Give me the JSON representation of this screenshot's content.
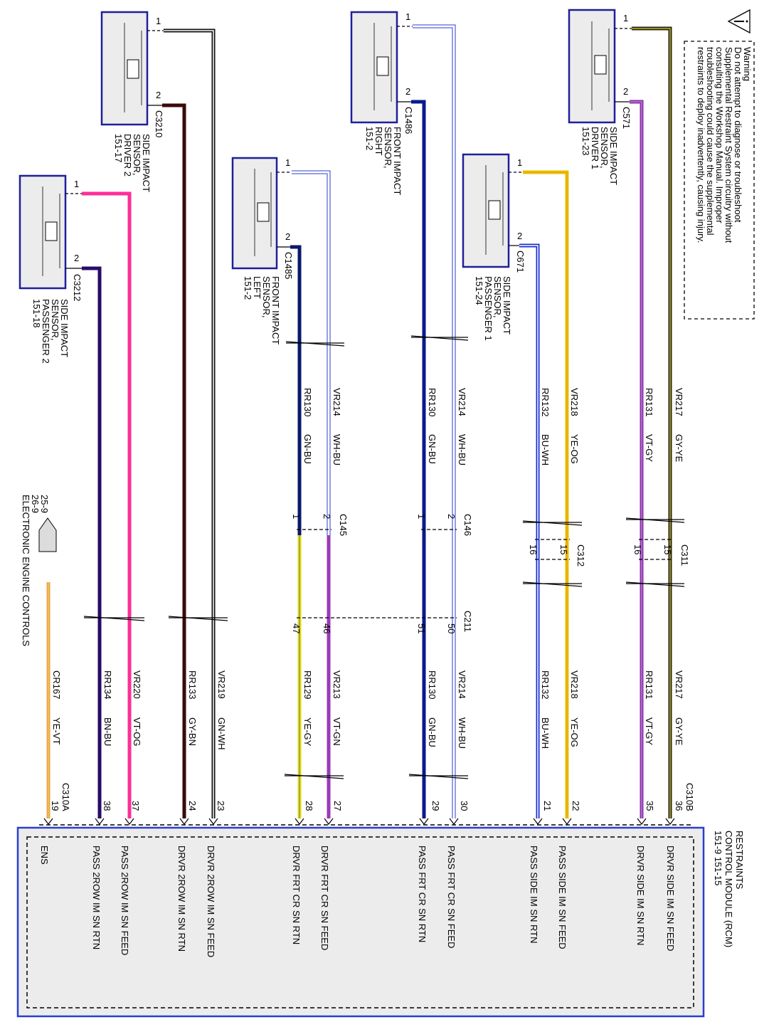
{
  "warning": {
    "title": "Warning",
    "lines": [
      "Do not attempt to diagnose or troubleshoot",
      "Supplemental Restraint System circuitry without",
      "consulting the Workshop Manual. Improper",
      "troubleshooting could cause the supplemental",
      "restraints to deploy inadvertently, causing injury."
    ]
  },
  "rcm": {
    "lines": [
      "RESTRAINTS",
      "CONTROL MODULE (RCM)",
      "151-9     151-15"
    ]
  },
  "sensors": [
    {
      "id": "sd2",
      "lines": [
        "SIDE IMPACT",
        "SENSOR,",
        "DRIVER 2",
        "151-17"
      ],
      "connector": "C3210",
      "pin1": "1",
      "pin2": "2"
    },
    {
      "id": "sp2",
      "lines": [
        "SIDE IMPACT",
        "SENSOR,",
        "PASSENGER 2",
        "151-18"
      ],
      "connector": "C3212",
      "pin1": "1",
      "pin2": "2"
    },
    {
      "id": "fl",
      "lines": [
        "FRONT IMPACT",
        "SENSOR,",
        "LEFT",
        "151-2"
      ],
      "connector": "C1485",
      "pin1": "1",
      "pin2": "2"
    },
    {
      "id": "fr",
      "lines": [
        "FRONT IMPACT",
        "SENSOR,",
        "RIGHT",
        "151-2"
      ],
      "connector": "C1486",
      "pin1": "1",
      "pin2": "2"
    },
    {
      "id": "sp1",
      "lines": [
        "SIDE IMPACT",
        "SENSOR,",
        "PASSENGER 1",
        "151-24"
      ],
      "connector": "C671",
      "pin1": "1",
      "pin2": "2"
    },
    {
      "id": "sd1",
      "lines": [
        "SIDE IMPACT",
        "SENSOR,",
        "DRIVER 1",
        "151-23"
      ],
      "connector": "C571",
      "pin1": "1",
      "pin2": "2"
    }
  ],
  "wires_upper": [
    {
      "circuit": "VR217",
      "color": "GY-YE"
    },
    {
      "circuit": "RR131",
      "color": "VT-GY"
    },
    {
      "circuit": "VR218",
      "color": "YE-OG"
    },
    {
      "circuit": "RR132",
      "color": "BU-WH"
    },
    {
      "circuit": "VR214",
      "color": "WH-BU"
    },
    {
      "circuit": "RR130",
      "color": "GN-BU"
    },
    {
      "circuit": "VR214",
      "color": "WH-BU"
    },
    {
      "circuit": "RR130",
      "color": "GN-BU"
    }
  ],
  "wires_lower": [
    {
      "circuit": "VR217",
      "color": "GY-YE"
    },
    {
      "circuit": "RR131",
      "color": "VT-GY"
    },
    {
      "circuit": "VR218",
      "color": "YE-OG"
    },
    {
      "circuit": "RR132",
      "color": "BU-WH"
    },
    {
      "circuit": "VR214",
      "color": "WH-BU"
    },
    {
      "circuit": "RR130",
      "color": "GN-BU"
    },
    {
      "circuit": "VR213",
      "color": "VT-GN"
    },
    {
      "circuit": "RR129",
      "color": "YE-GY"
    },
    {
      "circuit": "VR219",
      "color": "GN-WH"
    },
    {
      "circuit": "RR133",
      "color": "GY-BN"
    },
    {
      "circuit": "VR220",
      "color": "VT-OG"
    },
    {
      "circuit": "RR134",
      "color": "BN-BU"
    },
    {
      "circuit": "CR167",
      "color": "YE-VT"
    }
  ],
  "inline_connectors": {
    "c311": {
      "name": "C311",
      "pins": [
        "15",
        "16"
      ]
    },
    "c312": {
      "name": "C312",
      "pins": [
        "15",
        "16"
      ]
    },
    "c146": {
      "name": "C146",
      "pins": [
        "2",
        "1"
      ]
    },
    "c145": {
      "name": "C145",
      "pins": [
        "2",
        "1"
      ]
    },
    "c211": {
      "name": "C211",
      "pins": [
        "50",
        "51",
        "46",
        "47"
      ]
    }
  },
  "rcm_connectors": {
    "c310b": "C310B",
    "c310a": "C310A"
  },
  "rcm_pins": [
    {
      "pin": "36",
      "function": "DRVR SIDE IM SN FEED"
    },
    {
      "pin": "35",
      "function": "DRVR SIDE IM SN RTN"
    },
    {
      "pin": "22",
      "function": "PASS SIDE IM SN FEED"
    },
    {
      "pin": "21",
      "function": "PASS SIDE IM SN RTN"
    },
    {
      "pin": "30",
      "function": "PASS FRT CR SN FEED"
    },
    {
      "pin": "29",
      "function": "PASS FRT CR SN RTN"
    },
    {
      "pin": "27",
      "function": "DRVR FRT CR SN FEED"
    },
    {
      "pin": "28",
      "function": "DRVR FRT CR SN RTN"
    },
    {
      "pin": "23",
      "function": "DRVR 2ROW IM SN FEED"
    },
    {
      "pin": "24",
      "function": "DRVR 2ROW IM SN RTN"
    },
    {
      "pin": "37",
      "function": "PASS 2ROW IM SN FEED"
    },
    {
      "pin": "38",
      "function": "PASS 2ROW IM SN RTN"
    },
    {
      "pin": "19",
      "function": "ENS"
    }
  ],
  "eec": {
    "refs": [
      "25-9",
      "26-9"
    ],
    "label": "ELECTRONIC ENGINE CONTROLS"
  }
}
